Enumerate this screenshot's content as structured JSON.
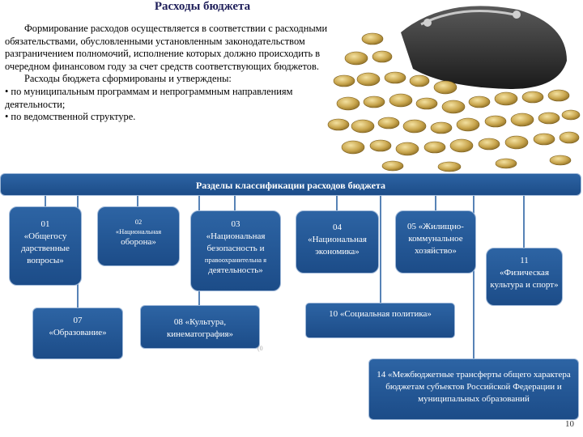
{
  "title": "Расходы бюджета",
  "intro": {
    "p1": "Формирование расходов осуществляется в соответствии с расходными обязательствами, обусловленными установленным законодательством разграничением полномочий, исполнение которых должно происходить в очередном финансовом году за счет средств соответствующих бюджетов.",
    "p2": "Расходы бюджета сформированы и утверждены:",
    "b1": "• по муниципальным программам и непрограммным направлениям деятельности;",
    "b2": "• по ведомственной структуре."
  },
  "diagram": {
    "header": "Разделы классификации расходов бюджета",
    "s01": {
      "num": "01",
      "text": "«Общегосу дарственные вопросы»"
    },
    "s02": {
      "num": "02",
      "line1": "«Национальная",
      "line2": "оборона»"
    },
    "s03": {
      "num": "03",
      "line1": "«Национальная безопасность и",
      "line2": "правоохранительна я",
      "line3": "деятельность»"
    },
    "s04": {
      "num": "04",
      "text": "«Национальная экономика»"
    },
    "s05": {
      "text": "05 «Жилищно-коммунальное хозяйство»"
    },
    "s11": {
      "num": "11",
      "text": "«Физическая культура и спорт»"
    },
    "s07": {
      "num": "07",
      "text": "«Образование»"
    },
    "s08": {
      "text": "08 «Культура, кинематография»"
    },
    "s10": {
      "text": "10 «Социальная политика»"
    },
    "s14": {
      "text": "14 «Межбюджетные трансферты общего характера бюджетам субъектов Российской Федерации и муниципальных образований"
    }
  },
  "page_number": "10",
  "stray_mark": "(0"
}
